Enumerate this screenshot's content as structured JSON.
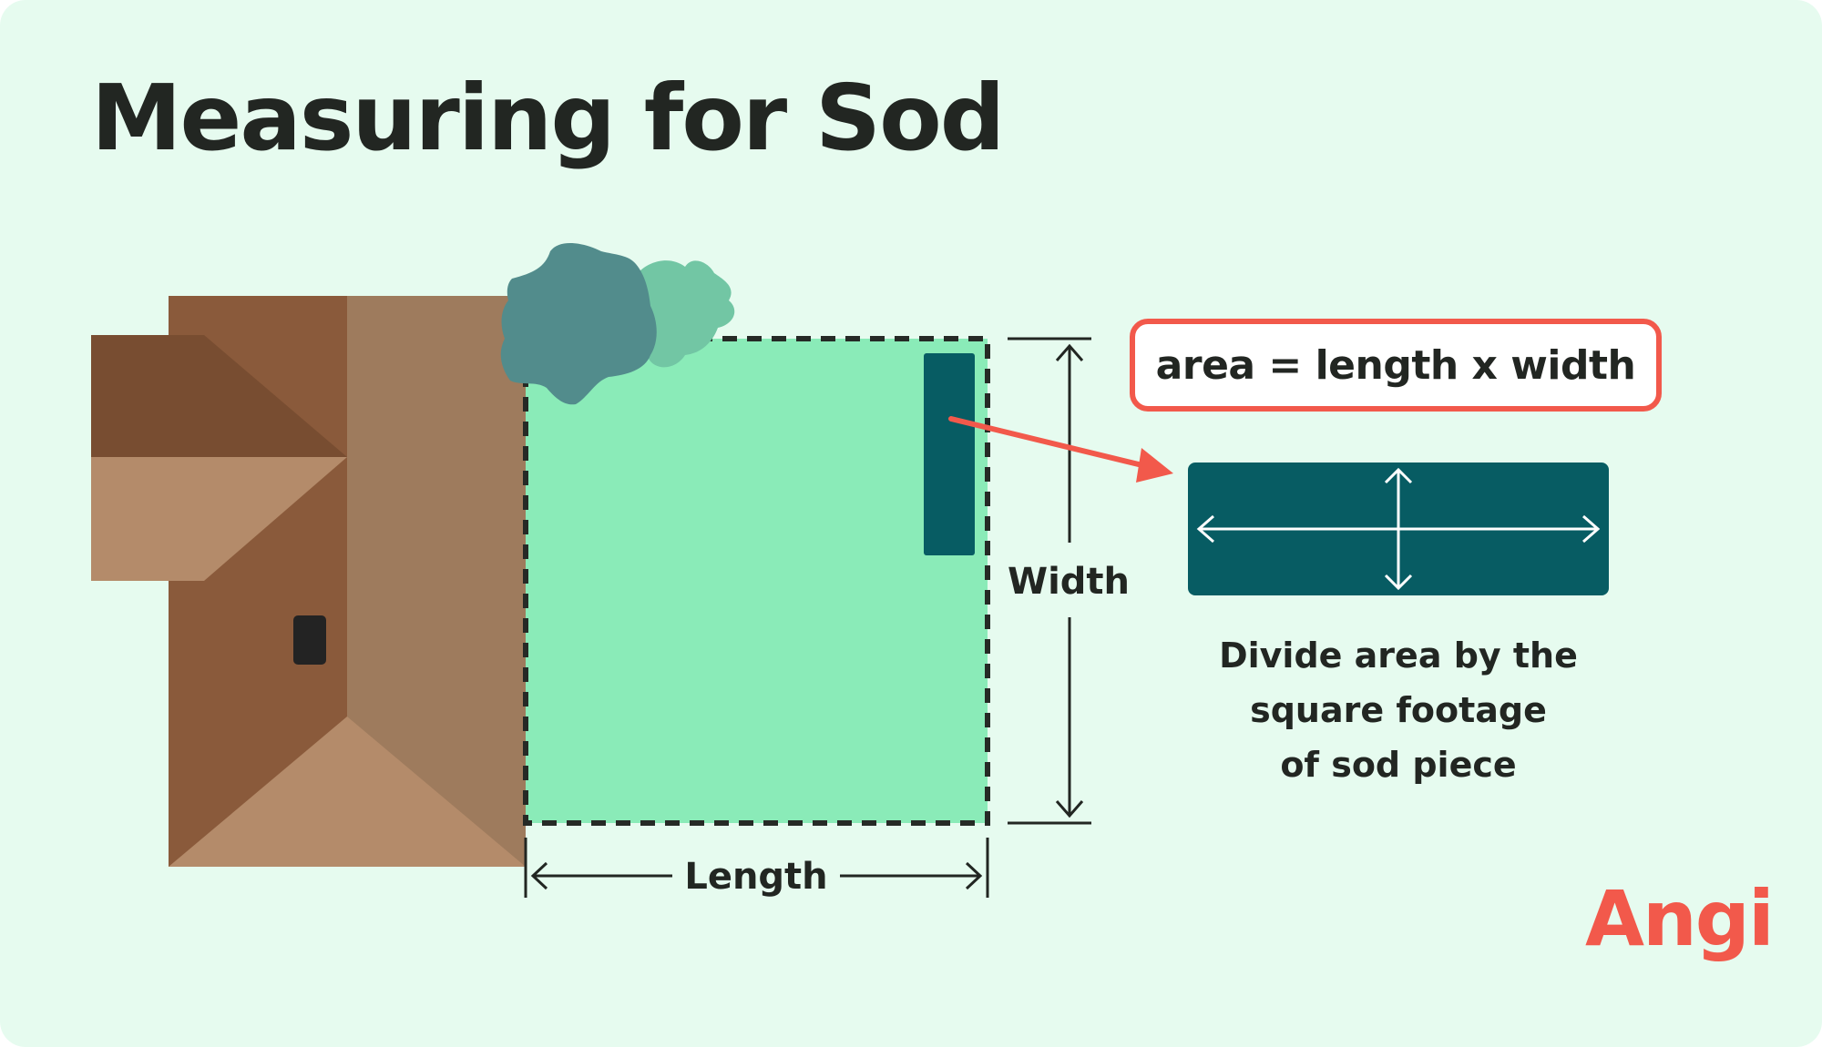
{
  "title": "Measuring for Sod",
  "formula": "area = length x width",
  "labels": {
    "width": "Width",
    "length": "Length"
  },
  "caption": {
    "line1": "Divide area by the",
    "line2": "square footage",
    "line3": "of sod piece"
  },
  "logo": "Angi",
  "colors": {
    "background": "#e6fbef",
    "lawn": "#8aebb8",
    "sod": "#075c63",
    "accent": "#f2594b",
    "roof_dark": "#8a5a3b",
    "roof_light": "#9e7b5d",
    "roof_tan": "#b48b6a",
    "roof_shadow": "#784d31",
    "tree_dark": "#528c8c",
    "tree_light": "#72c6a4",
    "ink": "#222622"
  }
}
